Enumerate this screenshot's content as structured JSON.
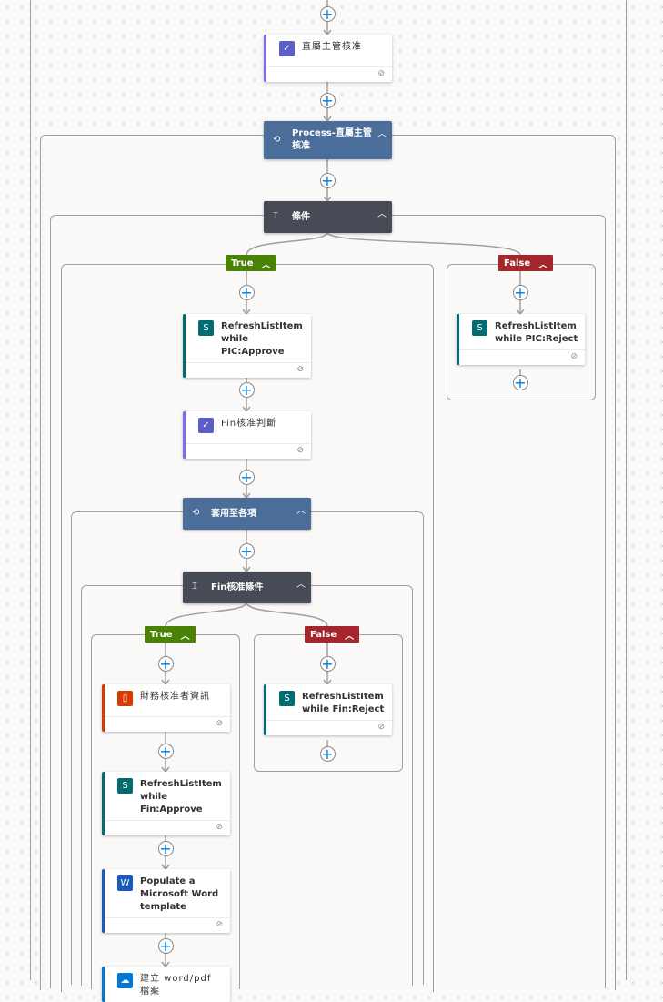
{
  "colors": {
    "approval": "#5b5fc7",
    "sharepoint": "#036c70",
    "office": "#d83b01",
    "word": "#185abd",
    "blue": "#0078d4",
    "scope": "#4a6d99",
    "condition": "#474b55",
    "true": "#498205",
    "false": "#a4262c"
  },
  "cards": {
    "manager_approval": "直屬主管核准",
    "pic_approve": "RefreshListItem while PIC:Approve",
    "pic_reject": "RefreshListItem while PIC:Reject",
    "fin_decision": "Fin核准判斷",
    "fin_approver_info": "財務核准者資訊",
    "fin_reject": "RefreshListItem while Fin:Reject",
    "fin_approve": "RefreshListItem while Fin:Approve",
    "word_template": "Populate a Microsoft Word template",
    "create_file": "建立 word/pdf 檔案"
  },
  "scopes": {
    "process": "Process-直屬主管核准",
    "condition": "條件",
    "apply_each": "套用至各項",
    "fin_condition": "Fin核准條件"
  },
  "branches": {
    "true_label": "True",
    "false_label": "False"
  },
  "icons": {
    "plus": "+",
    "chevron": "^",
    "link": "link-icon"
  }
}
